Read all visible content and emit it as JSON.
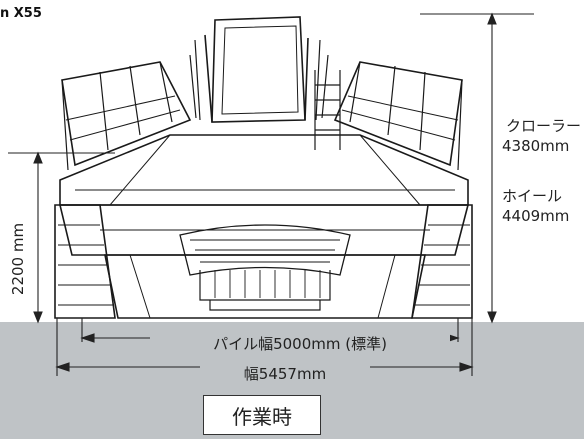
{
  "header": {
    "title": "n X55"
  },
  "dimensions": {
    "crawler_label": "クローラー",
    "crawler_value": "4380mm",
    "wheel_label": "ホイール",
    "wheel_value": "4409mm",
    "lift_height": "2200 mm",
    "pile_width": "パイル幅5000mm (標準)",
    "overall_width": "幅5457mm"
  },
  "mode_label": "作業時",
  "colors": {
    "ground": "#bfc3c6",
    "line": "#1a1a1a"
  }
}
